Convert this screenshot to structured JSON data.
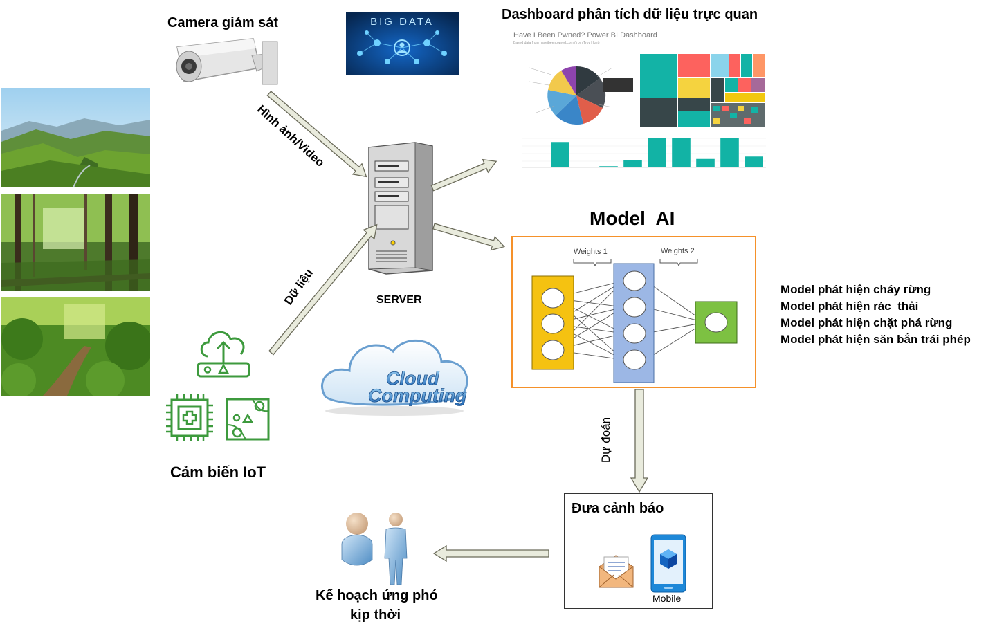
{
  "labels": {
    "camera": "Camera giám sát",
    "big_data": "BIG DATA",
    "dashboard_title": "Dashboard phân tích dữ liệu trực quan",
    "dashboard_inner_title": "Have I Been Pwned? Power BI Dashboard",
    "dashboard_inner_subtitle": "Based data from haveibeenpwned.com (from Troy Hunt)",
    "image_video": "Hình ảnh/Video",
    "data": "Dữ liệu",
    "server": "SERVER",
    "cloud_line1": "Cloud",
    "cloud_line2": "Computing",
    "iot_sensor": "Cảm biến IoT",
    "model_ai": "Model  AI",
    "weights1": "Weights 1",
    "weights2": "Weights 2",
    "predict": "Dự đoán",
    "alert_title": "Đưa cảnh báo",
    "mobile": "Mobile",
    "response_line1": "Kế hoạch ứng phó",
    "response_line2": "kịp thời"
  },
  "models": [
    "Model phát hiện cháy rừng",
    "Model phát hiện rác  thải",
    "Model phát hiện chặt phá rừng",
    "Model phát hiện săn bắn trái phép"
  ],
  "icons": {
    "camera": "cctv-camera-icon",
    "server": "server-tower-icon",
    "cloud": "cloud-icon",
    "iot_upload": "cloud-upload-router-icon",
    "chip": "chip-icon",
    "board": "circuit-board-icon",
    "mail": "mail-envelope-icon",
    "phone": "mobile-phone-icon",
    "people": "people-icon"
  },
  "colors": {
    "accent_orange": "#f5912a",
    "input_layer": "#f5c211",
    "hidden_layer": "#9cb7e5",
    "output_layer": "#7dc142",
    "iot_green": "#3d9a3d",
    "teal_bar": "#12b3a5",
    "arrow_fill": "#e9ebdd",
    "arrow_stroke": "#6b6b5a"
  },
  "chart_data": {
    "type": "bar",
    "values": [
      0,
      42,
      0,
      2,
      12,
      48,
      48,
      14,
      48,
      18
    ]
  }
}
